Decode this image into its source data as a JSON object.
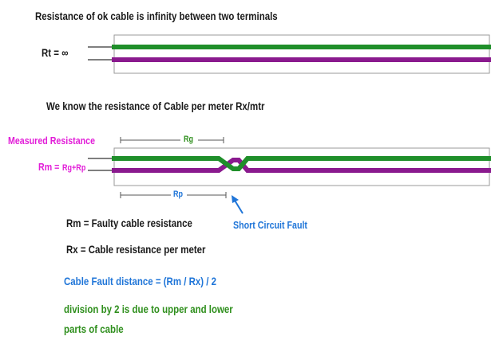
{
  "top": {
    "title": "Resistance of ok cable is infinity between two terminals",
    "rt_label": "Rt = ∞"
  },
  "middle": {
    "title": "We know the resistance of Cable per meter Rx/mtr",
    "measured_label": "Measured Resistance",
    "rm_prefix": "Rm =",
    "rm_value": "Rg+Rp",
    "rg_label": "Rg",
    "rp_label": "Rp",
    "fault_label": "Short Circuit Fault"
  },
  "notes": {
    "rm_def": "Rm = Faulty cable resistance",
    "rx_def": "Rx = Cable resistance per meter",
    "formula": "Cable Fault distance = (Rm / Rx) / 2",
    "division_1": "division by 2 is due to upper and lower",
    "division_2": "parts of cable"
  },
  "colors": {
    "upper_conductor": "#1f8f2a",
    "lower_conductor": "#8a1a8e",
    "measured": "#e21ed8",
    "rg": "#2f8f1d",
    "fault": "#1f75d8"
  }
}
